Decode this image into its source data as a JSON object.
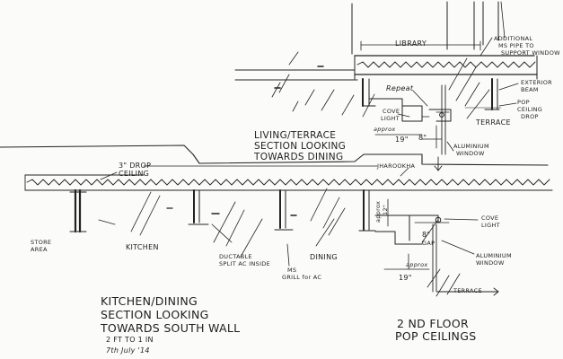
{
  "upper_section": {
    "title_lines": [
      "LIVING/TERRACE",
      "SECTION LOOKING",
      "TOWARDS DINING"
    ],
    "library": "LIBRARY",
    "additional_pipe": [
      "ADDITIONAL",
      "MS PIPE TO",
      "SUPPORT WINDOW"
    ],
    "exterior_beam": [
      "EXTERIOR",
      "BEAM"
    ],
    "pop_ceiling_drop": [
      "POP",
      "CEILING",
      "DROP"
    ],
    "repeat": "Repeat",
    "cove_light": [
      "COVE",
      "LIGHT"
    ],
    "approx": "approx",
    "dim_19": "19\"",
    "dim_8": "8\"",
    "terrace": "TERRACE",
    "aluminium_window": [
      "ALUMINIUM",
      "WINDOW"
    ]
  },
  "lower_section": {
    "title_lines": [
      "KITCHEN/DINING",
      "SECTION LOOKING",
      "TOWARDS SOUTH WALL"
    ],
    "drop_ceiling": [
      "3\" DROP",
      "CEILING"
    ],
    "jharookha": "JHAROOKHA",
    "store_area": [
      "STORE",
      "AREA"
    ],
    "kitchen": "KITCHEN",
    "ductable_ac": [
      "DUCTABLE",
      "SPLIT AC INSIDE"
    ],
    "ms_grill": [
      "MS",
      "GRILL for AC"
    ],
    "dining": "DINING",
    "cove_light": [
      "COVE",
      "LIGHT"
    ],
    "aluminium_window": [
      "ALUMINIUM",
      "WINDOW"
    ],
    "approx_12": [
      "approx",
      "12\""
    ],
    "gap": [
      "8\"",
      "GAP"
    ],
    "approx_19": [
      "19\"",
      "approx"
    ],
    "terrace": "TERRACE"
  },
  "scale": "2 FT TO 1 IN",
  "date": "7th July '14",
  "floor_title": [
    "2 ND FLOOR",
    "POP CEILINGS"
  ]
}
